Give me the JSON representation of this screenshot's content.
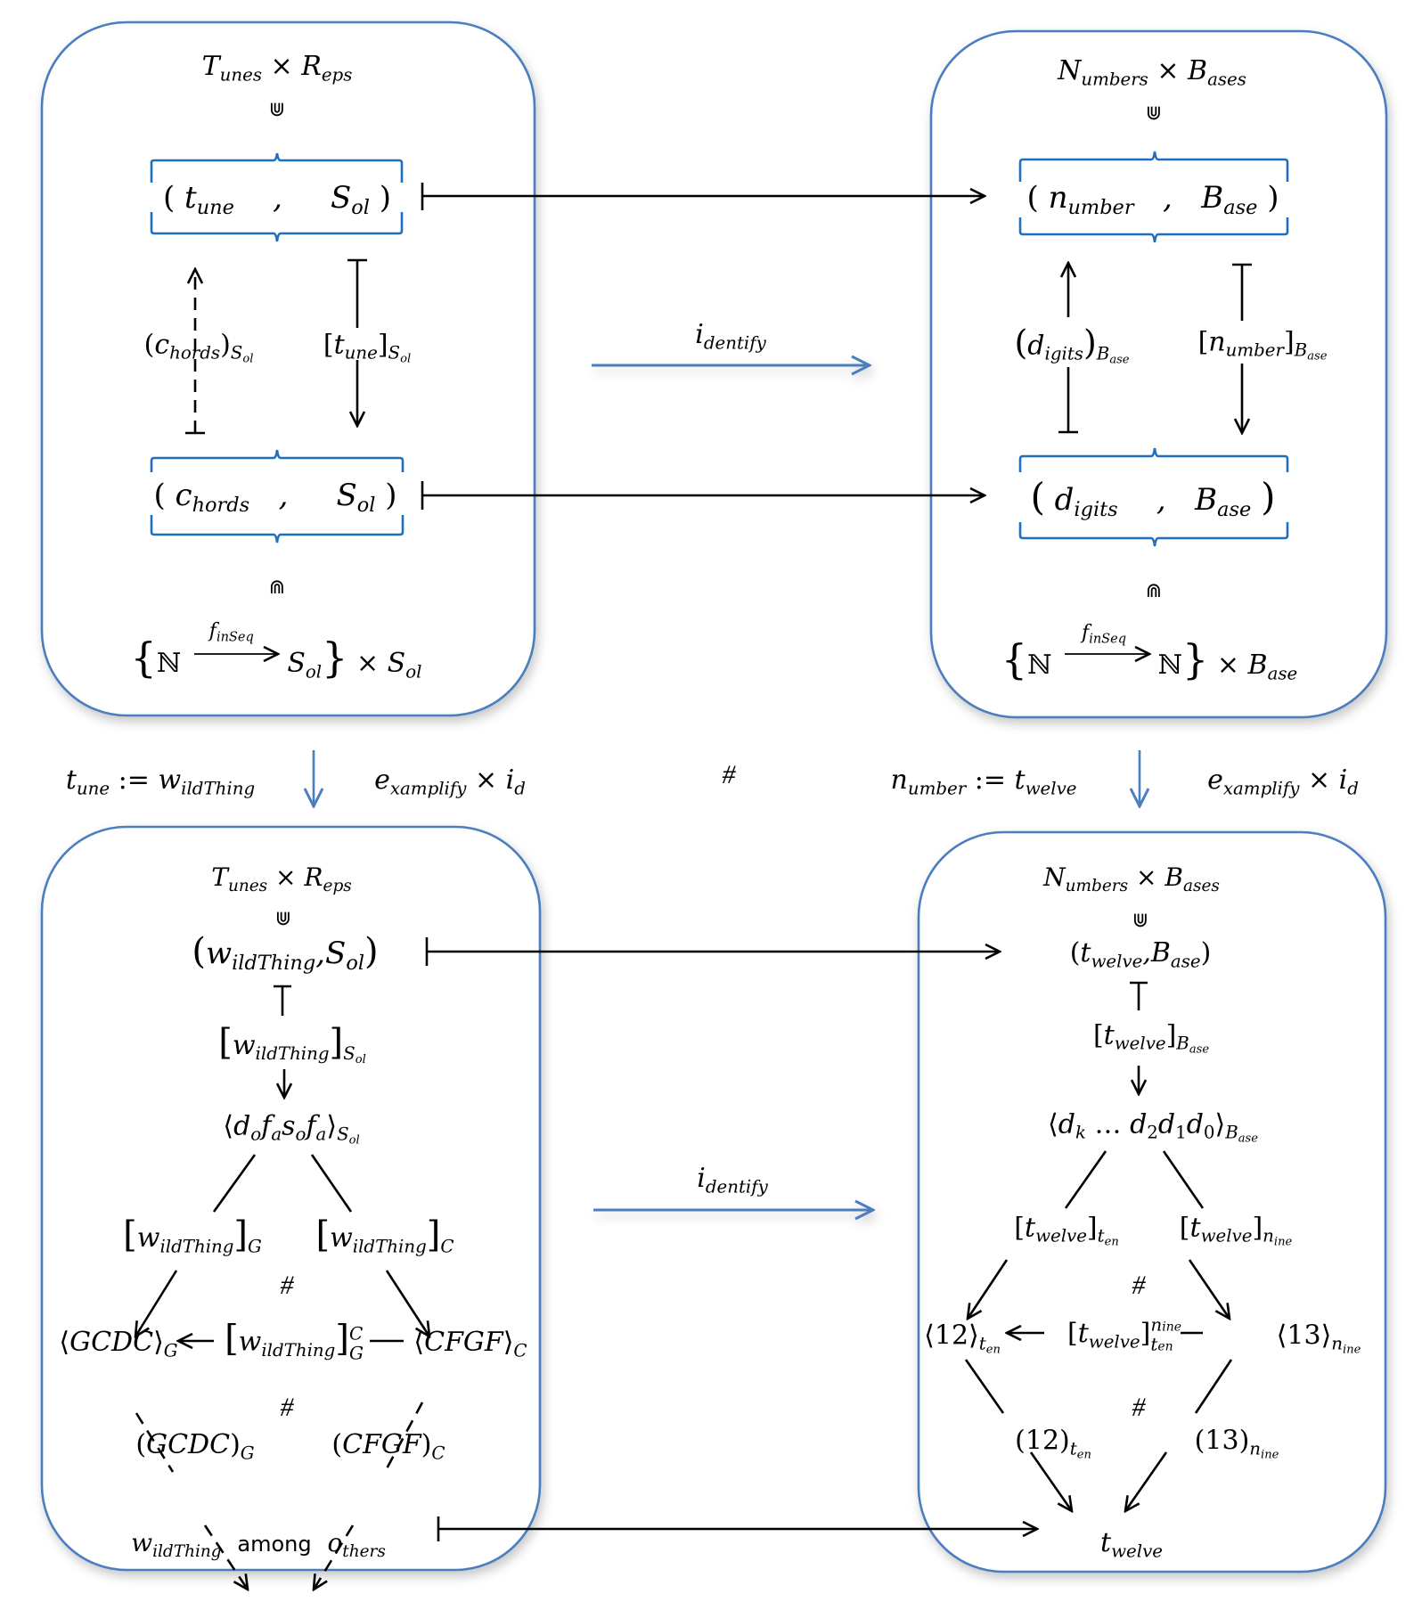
{
  "colors": {
    "panel_border": "#4a7ebf",
    "brace": "#1f6fbf",
    "identify_arrow": "#4a7ebf",
    "arrow": "#000000"
  },
  "top_left": {
    "title": {
      "a": "T",
      "a_sub": "unes",
      "op": "×",
      "b": "R",
      "b_sub": "eps"
    },
    "ni_top": "⋓",
    "pair1": {
      "open": "(",
      "x": "t",
      "x_sub": "une",
      "comma": ",",
      "y": "S",
      "y_sub": "ol",
      "close": ")"
    },
    "left_map": {
      "text": "(c",
      "sub": "hords",
      "close": ")",
      "subsub": "S",
      "subsub2": "ol"
    },
    "right_map": {
      "text": "[t",
      "sub": "une",
      "close": "]",
      "subsub": "S",
      "subsub2": "ol"
    },
    "pair2": {
      "open": "(",
      "x": "c",
      "x_sub": "hords",
      "comma": ",",
      "y": "S",
      "y_sub": "ol",
      "close": ")"
    },
    "ni_bottom": "⋒",
    "set": {
      "lbrace": "{",
      "N1": "ℕ",
      "f": "f",
      "f_sub": "inSeq",
      "target": "S",
      "target_sub": "ol",
      "rbrace": "}",
      "op": "×",
      "b": "S",
      "b_sub": "ol"
    }
  },
  "top_right": {
    "title": {
      "a": "N",
      "a_sub": "umbers",
      "op": "×",
      "b": "B",
      "b_sub": "ases"
    },
    "ni_top": "⋓",
    "pair1": {
      "open": "(",
      "x": "n",
      "x_sub": "umber",
      "comma": ",",
      "y": "B",
      "y_sub": "ase",
      "close": ")"
    },
    "left_map": {
      "text": "(d",
      "sub": "igits",
      "close": ")",
      "subsub": "B",
      "subsub2": "ase"
    },
    "right_map": {
      "text": "[n",
      "sub": "umber",
      "close": "]",
      "subsub": "B",
      "subsub2": "ase"
    },
    "pair2": {
      "open": "(",
      "x": "d",
      "x_sub": "igits",
      "comma": ",",
      "y": "B",
      "y_sub": "ase",
      "close": ")"
    },
    "ni_bottom": "⋒",
    "set": {
      "lbrace": "{",
      "N1": "ℕ",
      "f": "f",
      "f_sub": "inSeq",
      "target": "ℕ",
      "rbrace": "}",
      "op": "×",
      "b": "B",
      "b_sub": "ase"
    }
  },
  "middle": {
    "identify_top": {
      "i": "i",
      "sub": "dentify"
    },
    "identify_bottom": {
      "i": "i",
      "sub": "dentify"
    },
    "left_assign": {
      "a": "t",
      "a_sub": "une",
      "op": ":=",
      "b": "w",
      "b_sub": "ildThing"
    },
    "left_map": {
      "e": "e",
      "e_sub": "xamplify",
      "op": "×",
      "i": "i",
      "i_sub": "d"
    },
    "hash": "#",
    "right_assign": {
      "a": "n",
      "a_sub": "umber",
      "op": ":=",
      "b": "t",
      "b_sub": "welve"
    },
    "right_map": {
      "e": "e",
      "e_sub": "xamplify",
      "op": "×",
      "i": "i",
      "i_sub": "d"
    }
  },
  "bottom_left": {
    "title": {
      "a": "T",
      "a_sub": "unes",
      "op": "×",
      "b": "R",
      "b_sub": "eps"
    },
    "ni": "⋓",
    "pair": {
      "open": "(",
      "x": "w",
      "x_sub": "ildThing",
      "comma": ",",
      "y": "S",
      "y_sub": "ol",
      "close": ")"
    },
    "rep": {
      "open": "[",
      "x": "w",
      "x_sub": "ildThing",
      "close": "]",
      "sub": "S",
      "sub2": "ol"
    },
    "seq": {
      "open": "⟨",
      "body": [
        "d",
        "o",
        "f",
        "a",
        "s",
        "o",
        "f",
        "a"
      ],
      "close": "⟩",
      "sub": "S",
      "sub2": "ol"
    },
    "rep_g": {
      "open": "[",
      "x": "w",
      "x_sub": "ildThing",
      "close": "]",
      "sub": "G"
    },
    "rep_c": {
      "open": "[",
      "x": "w",
      "x_sub": "ildThing",
      "close": "]",
      "sub": "C"
    },
    "hash1": "#",
    "gcdc_angle": {
      "open": "⟨",
      "x": "GCDC",
      "close": "⟩",
      "sub": "G"
    },
    "transpose": {
      "open": "[",
      "x": "w",
      "x_sub": "ildThing",
      "close": "]",
      "sup": "C",
      "sub": "G"
    },
    "cfgf_angle": {
      "open": "⟨",
      "x": "CFGF",
      "close": "⟩",
      "sub": "C"
    },
    "hash2": "#",
    "gcdc_paren": {
      "open": "(",
      "x": "GCDC",
      "close": ")",
      "sub": "G"
    },
    "cfgf_paren": {
      "open": "(",
      "x": "CFGF",
      "close": ")",
      "sub": "C"
    },
    "result": {
      "a": "w",
      "a_sub": "ildThing",
      "mid": "among",
      "b": "o",
      "b_sub": "thers"
    }
  },
  "bottom_right": {
    "title": {
      "a": "N",
      "a_sub": "umbers",
      "op": "×",
      "b": "B",
      "b_sub": "ases"
    },
    "ni": "⋓",
    "pair": {
      "open": "(",
      "x": "t",
      "x_sub": "welve",
      "comma": ",",
      "y": "B",
      "y_sub": "ase",
      "close": ")"
    },
    "rep": {
      "open": "[",
      "x": "t",
      "x_sub": "welve",
      "close": "]",
      "sub": "B",
      "sub2": "ase"
    },
    "seq": {
      "open": "⟨",
      "d_k": "d",
      "k": "k",
      "dots": "…",
      "d2": "d",
      "n2": "2",
      "d1": "d",
      "n1": "1",
      "d0": "d",
      "n0": "0",
      "close": "⟩",
      "sub": "B",
      "sub2": "ase"
    },
    "rep_ten": {
      "open": "[",
      "x": "t",
      "x_sub": "welve",
      "close": "]",
      "sub": "t",
      "sub2": "en"
    },
    "rep_nine": {
      "open": "[",
      "x": "t",
      "x_sub": "welve",
      "close": "]",
      "sub": "n",
      "sub2": "ine"
    },
    "hash1": "#",
    "twelve_angle": {
      "open": "⟨",
      "x": "12",
      "close": "⟩",
      "sub": "t",
      "sub2": "en"
    },
    "transpose": {
      "open": "[",
      "x": "t",
      "x_sub": "welve",
      "close": "]",
      "sup": "n",
      "sup2": "ine",
      "sub": "t",
      "sub2": "en"
    },
    "thirteen_angle": {
      "open": "⟨",
      "x": "13",
      "close": "⟩",
      "sub": "n",
      "sub2": "ine"
    },
    "hash2": "#",
    "twelve_paren": {
      "open": "(",
      "x": "12",
      "close": ")",
      "sub": "t",
      "sub2": "en"
    },
    "thirteen_paren": {
      "open": "(",
      "x": "13",
      "close": ")",
      "sub": "n",
      "sub2": "ine"
    },
    "result": {
      "a": "t",
      "a_sub": "welve"
    }
  }
}
